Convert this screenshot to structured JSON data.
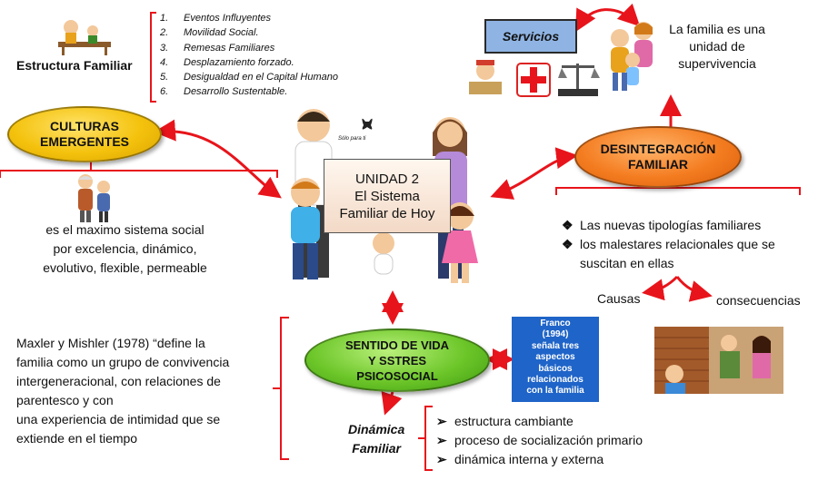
{
  "estructura": {
    "title": "Estructura Familiar",
    "items": [
      {
        "num": "1.",
        "text": "Eventos Influyentes"
      },
      {
        "num": "2.",
        "text": "Movilidad Social."
      },
      {
        "num": "3.",
        "text": "Remesas Familiares"
      },
      {
        "num": "4.",
        "text": "Desplazamiento forzado."
      },
      {
        "num": "5.",
        "text": "Desigualdad en el Capital Humano"
      },
      {
        "num": "6.",
        "text": "Desarrollo Sustentable."
      }
    ]
  },
  "servicios": {
    "label": "Servicios"
  },
  "familia_unidad": {
    "line1": "La familia es una",
    "line2": "unidad de",
    "line3": "supervivencia"
  },
  "culturas": {
    "line1": "CULTURAS",
    "line2": "EMERGENTES"
  },
  "sistema_social": {
    "line1": "es el maximo sistema social",
    "line2": "por excelencia, dinámico,",
    "line3": "evolutivo, flexible, permeable"
  },
  "center": {
    "line1": "UNIDAD 2",
    "line2": "El Sistema",
    "line3": "Familiar de Hoy",
    "sign": "Sólo para ti"
  },
  "desintegracion": {
    "line1": "DESINTEGRACIÓN",
    "line2": "FAMILIAR"
  },
  "tipologias": {
    "bullet": "❖",
    "items": [
      "Las nuevas tipologías familiares",
      "los malestares relacionales que se",
      "suscitan en ellas"
    ]
  },
  "causas": {
    "left": "Causas",
    "right": "consecuencias"
  },
  "maxler": {
    "lines": [
      "Maxler y Mishler (1978) “define la",
      "familia como un grupo de convivencia",
      "intergeneracional, con relaciones de",
      "parentesco y con",
      "una experiencia de intimidad que se",
      "extiende en el tiempo"
    ]
  },
  "sentido": {
    "line1": "SENTIDO DE VIDA",
    "line2": "Y SSTRES",
    "line3": "PSICOSOCIAL"
  },
  "franco": {
    "lines": [
      "Franco",
      "(1994)",
      "señala tres",
      "aspectos",
      "básicos",
      "relacionados",
      "con la familia"
    ]
  },
  "dinamica": {
    "line1": "Dinámica",
    "line2": "Familiar",
    "bullet": "➢",
    "items": [
      "estructura  cambiante",
      "proceso de socialización primario",
      "dinámica interna y externa"
    ]
  },
  "colors": {
    "red": "#e8141b",
    "yellow": "#f4c20d",
    "orange": "#f47c20",
    "green": "#6cc629",
    "blue": "#1f64c8",
    "servicios_bg": "#8fb4e3"
  },
  "icons": [
    "family-cartoon-icon",
    "family-hug-icon",
    "services-icons",
    "elderly-family-icon",
    "baby-icon",
    "family-argument-icon"
  ]
}
